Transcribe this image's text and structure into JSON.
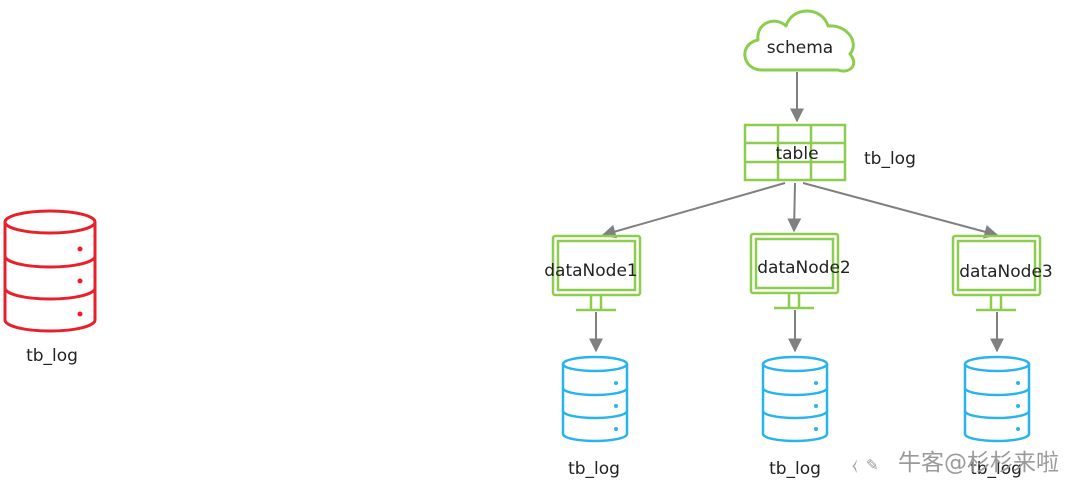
{
  "diagram": {
    "source": {
      "label": "tb_log"
    },
    "cloud": {
      "label": "schema"
    },
    "table": {
      "label": "table",
      "side_label": "tb_log"
    },
    "nodes": [
      {
        "label": "dataNode1",
        "db_label": "tb_log"
      },
      {
        "label": "dataNode2",
        "db_label": "tb_log"
      },
      {
        "label": "dataNode3",
        "db_label": "tb_log"
      }
    ],
    "watermark": "牛客@杉杉来啦",
    "colors": {
      "source_db": "#e8202a",
      "node_db": "#29b4ef",
      "outline_green": "#8ccd4d",
      "arrow": "#808080"
    }
  }
}
